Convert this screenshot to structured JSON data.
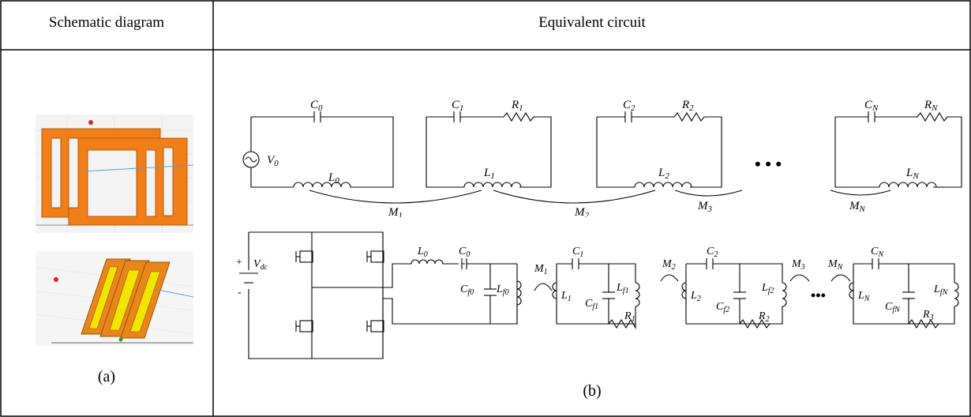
{
  "table": {
    "col1_header": "Schematic diagram",
    "col2_header": "Equivalent circuit",
    "caption_a": "(a)",
    "caption_b": "(b)"
  },
  "circuit_top": {
    "loops": [
      {
        "cap": "C",
        "cap_sub": "0",
        "res": "",
        "res_sub": "",
        "ind": "L",
        "ind_sub": "0"
      },
      {
        "cap": "C",
        "cap_sub": "1",
        "res": "R",
        "res_sub": "1",
        "ind": "L",
        "ind_sub": "1"
      },
      {
        "cap": "C",
        "cap_sub": "2",
        "res": "R",
        "res_sub": "2",
        "ind": "L",
        "ind_sub": "2"
      },
      {
        "cap": "C",
        "cap_sub": "N",
        "res": "R",
        "res_sub": "N",
        "ind": "L",
        "ind_sub": "N"
      }
    ],
    "source": {
      "label": "V",
      "sub": "0"
    },
    "mutuals": [
      {
        "label": "M",
        "sub": "1"
      },
      {
        "label": "M",
        "sub": "2"
      },
      {
        "label": "M",
        "sub": "3"
      },
      {
        "label": "M",
        "sub": "N"
      }
    ],
    "ellipsis": "• • •"
  },
  "circuit_bottom": {
    "source": {
      "label": "V",
      "sub": "dc",
      "plus": "+",
      "minus": "-"
    },
    "stage0": {
      "l": "L",
      "l_sub": "0",
      "c": "C",
      "c_sub": "0",
      "cf": "C",
      "cf_sub": "f0",
      "lf": "L",
      "lf_sub": "f0"
    },
    "stages": [
      {
        "m_sub": "1",
        "l_sub": "1",
        "c_sub": "1",
        "cf_sub": "f1",
        "lf_sub": "f1",
        "r_sub": "1"
      },
      {
        "m_sub": "2",
        "l_sub": "2",
        "c_sub": "2",
        "cf_sub": "f2",
        "lf_sub": "f2",
        "r_sub": "2"
      },
      {
        "m_sub": "N",
        "l_sub": "N",
        "c_sub": "N",
        "cf_sub": "fN",
        "lf_sub": "fN",
        "r_sub": "3"
      }
    ],
    "m3": {
      "label": "M",
      "sub": "3"
    },
    "ellipsis": "•••"
  },
  "colors": {
    "coil_orange": "#f07f1a",
    "coil_yellow": "#f2e600",
    "line": "#000000"
  }
}
